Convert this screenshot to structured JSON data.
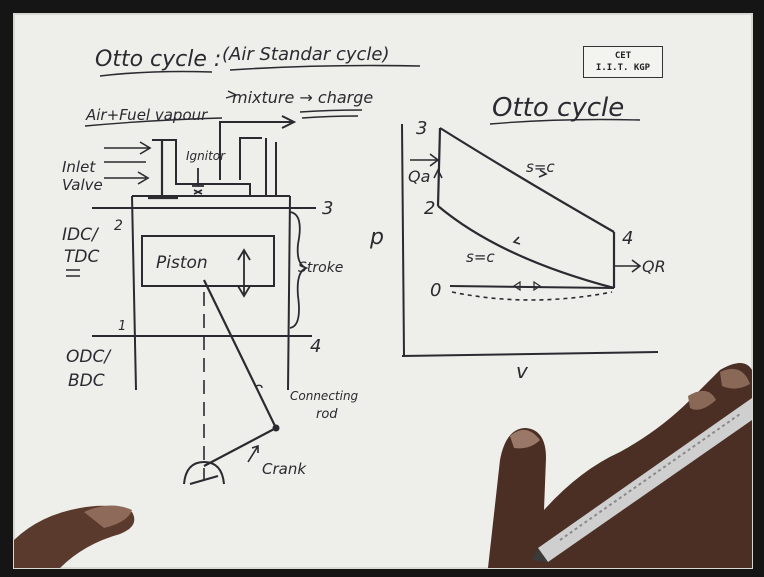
{
  "heading": {
    "main": "Otto cycle :",
    "sub": "(Air Standar cycle)"
  },
  "logo": {
    "line1": "CET",
    "line2": "I.I.T. KGP"
  },
  "engine": {
    "intake_note": "Air+Fuel vapour",
    "mixture_note": "mixture → charge",
    "igniter_label": "Ignitor",
    "inlet_valve_label": [
      "Inlet",
      "Valve"
    ],
    "tdc_label": [
      "IDC/",
      "TDC"
    ],
    "bdc_label": [
      "ODC/",
      "BDC"
    ],
    "piston_label": "Piston",
    "stroke_label": "Stroke",
    "connecting_rod_label": [
      "Connecting",
      "rod"
    ],
    "crank_label": "Crank",
    "point_labels": {
      "top_left": "2",
      "bottom_left": "1",
      "top_right": "3",
      "bottom_right": "4"
    }
  },
  "pv_diagram": {
    "title": "Otto cycle",
    "y_axis_label": "p",
    "x_axis_label": "v",
    "points": [
      "3",
      "2",
      "4",
      "0"
    ],
    "process_labels": {
      "expansion": "s=c",
      "compression": "s=c"
    },
    "heat_in_label": "Qa",
    "heat_out_label": "QR"
  }
}
